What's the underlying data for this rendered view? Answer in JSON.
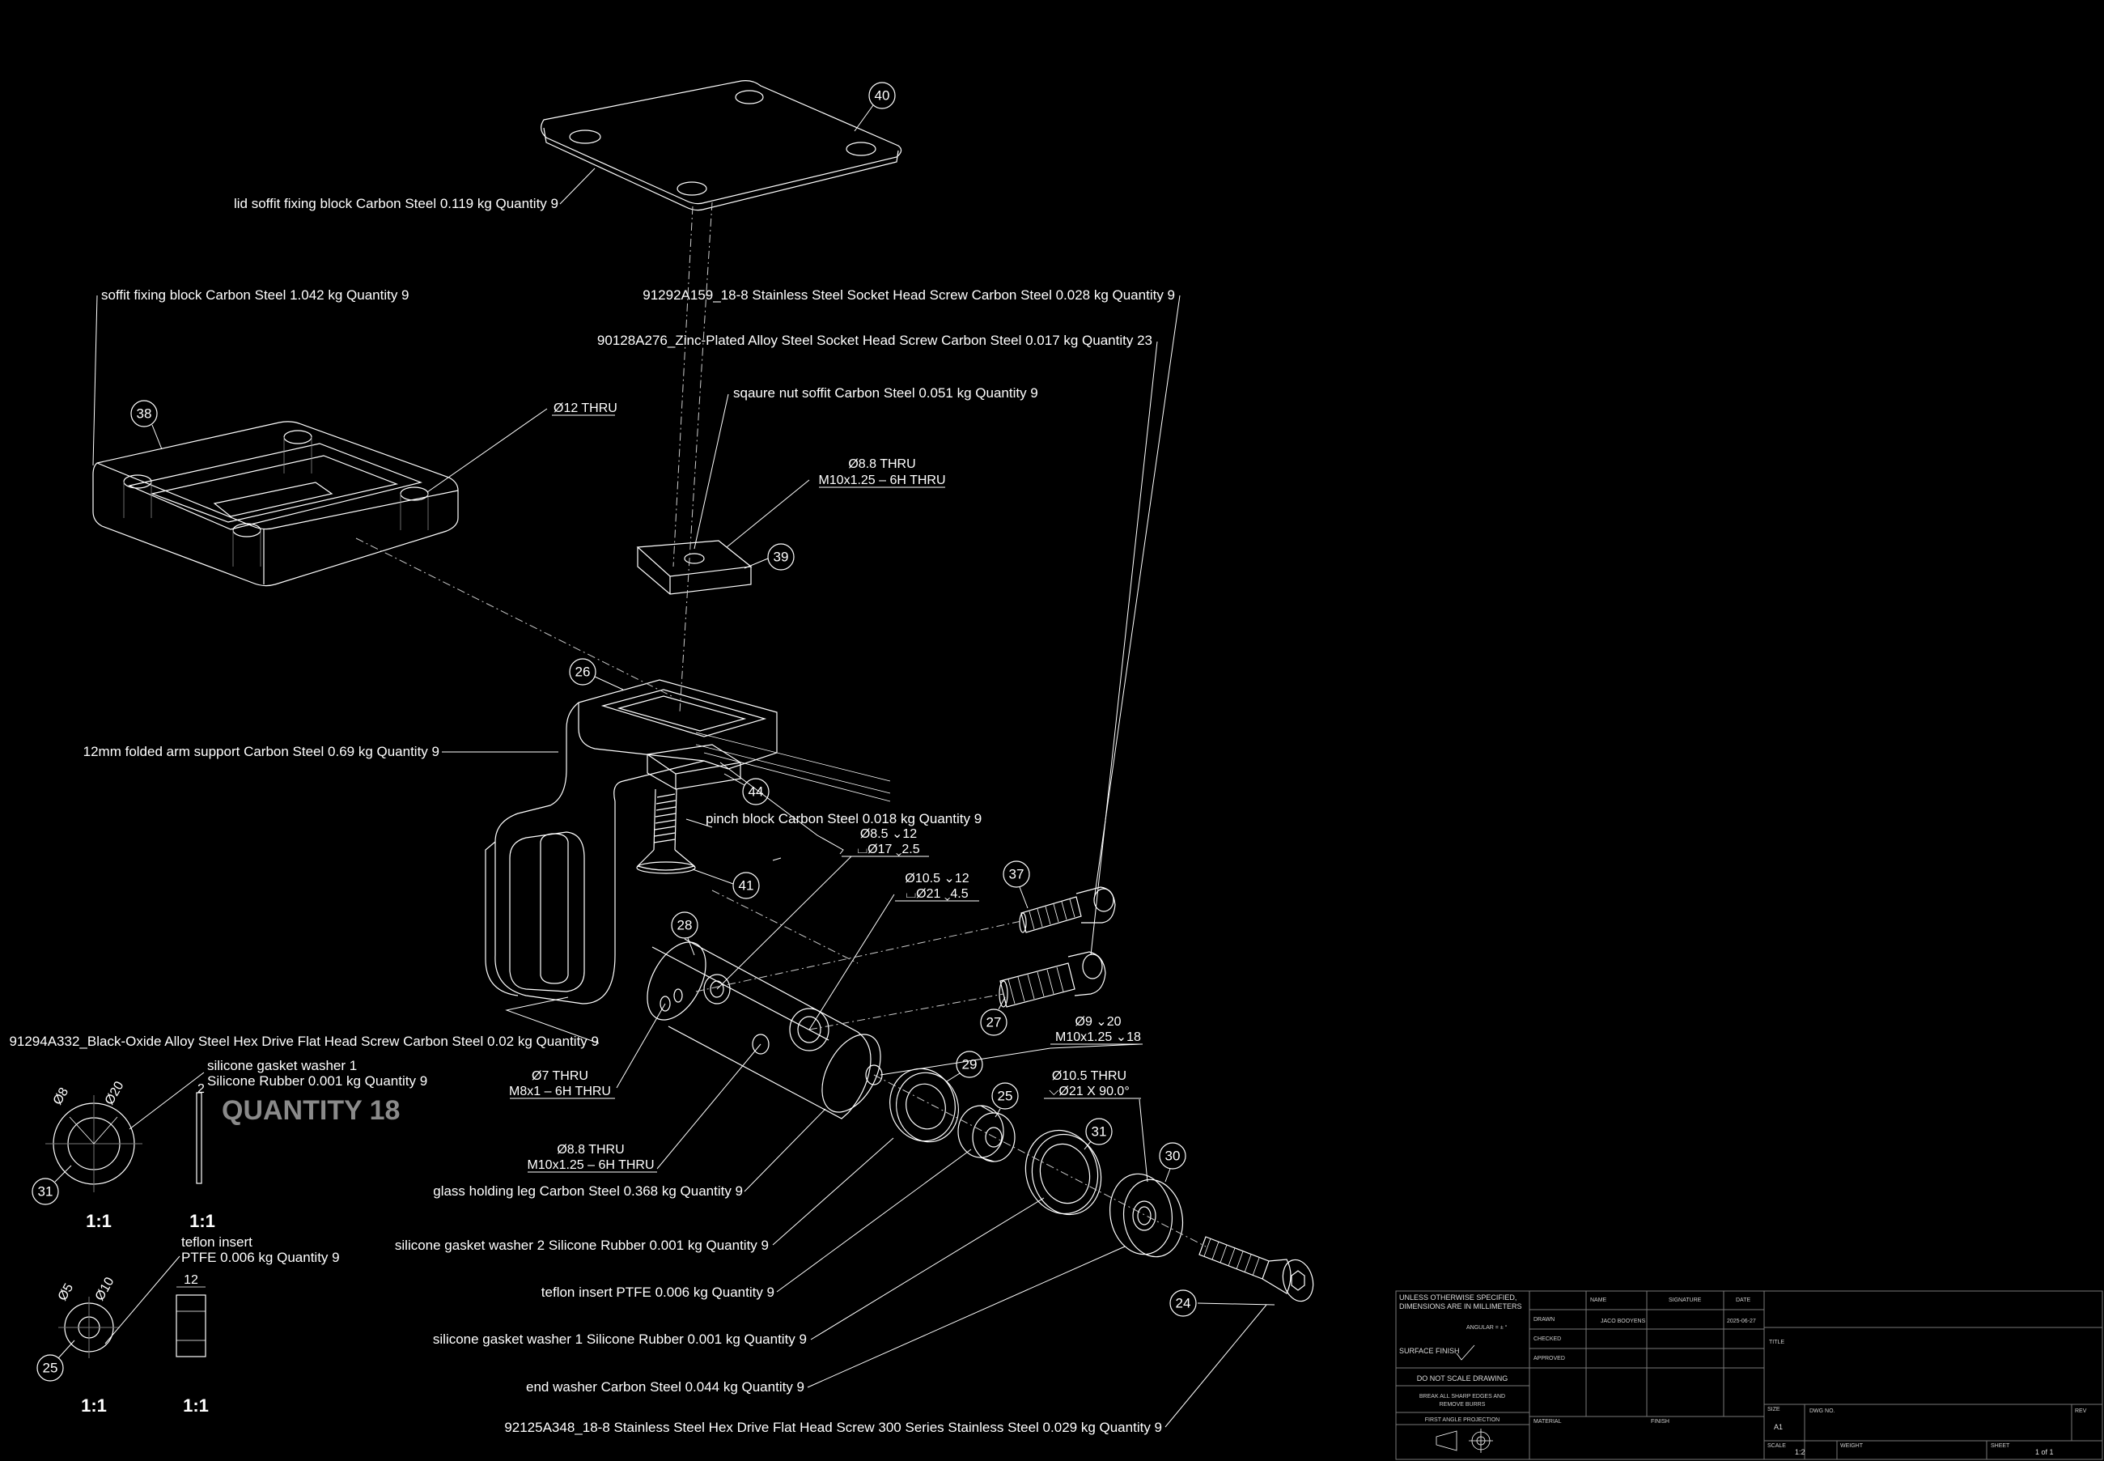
{
  "drawing": {
    "labels": {
      "lid": "lid soffit fixing block  Carbon Steel  0.119 kg  Quantity 9",
      "soffit": "soffit fixing block  Carbon Steel  1.042 kg  Quantity 9",
      "screw_91292": "91292A159_18-8 Stainless Steel Socket Head Screw  Carbon Steel  0.028 kg  Quantity 9",
      "screw_90128": "90128A276_Zinc-Plated Alloy Steel Socket Head Screw  Carbon Steel  0.017 kg  Quantity 23",
      "square_nut": "sqaure nut soffit  Carbon Steel  0.051 kg  Quantity 9",
      "arm": "12mm folded arm support  Carbon Steel  0.69 kg  Quantity 9",
      "pinch": "pinch block  Carbon Steel  0.018 kg  Quantity 9",
      "screw_91294": "91294A332_Black-Oxide Alloy Steel Hex Drive Flat Head Screw  Carbon Steel  0.02 kg  Quantity 9",
      "glass_leg": "glass holding leg  Carbon Steel  0.368 kg  Quantity 9",
      "gasket2": "silicone gasket washer 2  Silicone Rubber  0.001 kg  Quantity 9",
      "teflon": "teflon insert  PTFE  0.006 kg  Quantity 9",
      "gasket1": "silicone gasket washer 1  Silicone Rubber  0.001 kg  Quantity 9",
      "end_washer": "end washer  Carbon Steel  0.044 kg  Quantity 9",
      "screw_92125": "92125A348_18-8 Stainless Steel Hex Drive Flat Head Screw  300 Series Stainless Steel  0.029 kg  Quantity 9"
    },
    "dimensions": {
      "d12_thru": "Ø12 THRU",
      "d88_thru_a": "Ø8.8 THRU",
      "m10_thru_a": "M10x1.25 – 6H THRU",
      "d85": "Ø8.5 ⌄12",
      "cb17": "⌴Ø17 ⌄2.5",
      "d105_12": "Ø10.5 ⌄12",
      "cb21": "⌴Ø21 ⌄4.5",
      "d9_20": "Ø9 ⌄20",
      "m10_18": "M10x1.25 ⌄18",
      "d105_thru": "Ø10.5 THRU",
      "csk21": "⌵Ø21 X 90.0°",
      "d7_thru": "Ø7 THRU",
      "m8_thru": "M8x1 – 6H THRU",
      "d88_thru_b": "Ø8.8 THRU",
      "m10_thru_b": "M10x1.25 – 6H THRU",
      "d20": "Ø20",
      "d8": "Ø8",
      "d10": "Ø10",
      "d5": "Ø5",
      "w2": "2",
      "w12": "12"
    },
    "balloons": {
      "b40": "40",
      "b38": "38",
      "b39": "39",
      "b26": "26",
      "b44": "44",
      "b41": "41",
      "b28": "28",
      "b37": "37",
      "b27": "27",
      "b29": "29",
      "b25": "25",
      "b31": "31",
      "b30": "30",
      "b24": "24",
      "b31d": "31",
      "b25d": "25"
    },
    "details": {
      "gasket_label_1": "silicone gasket washer 1",
      "gasket_label_2": "Silicone Rubber  0.001 kg  Quantity 9",
      "quantity_note": "QUANTITY 18",
      "scale_a": "1:1",
      "scale_b": "1:1",
      "teflon_label_1": "teflon insert",
      "teflon_label_2": "PTFE  0.006 kg  Quantity 9",
      "scale_c": "1:1",
      "scale_d": "1:1"
    }
  },
  "title_block": {
    "general_note_1": "UNLESS OTHERWISE SPECIFIED,",
    "general_note_2": "DIMENSIONS ARE IN MILLIMETERS",
    "angular": "ANGULAR = ± °",
    "surface_finish": "SURFACE FINISH",
    "do_not_scale": "DO NOT SCALE DRAWING",
    "break_edges_1": "BREAK ALL SHARP EDGES AND",
    "break_edges_2": "REMOVE BURRS",
    "projection": "FIRST ANGLE PROJECTION",
    "col_name": "NAME",
    "col_signature": "SIGNATURE",
    "col_date": "DATE",
    "row_drawn": "DRAWN",
    "drawn_name": "JACO BOOYENS",
    "drawn_date": "2025-06-27",
    "row_checked": "CHECKED",
    "row_approved": "APPROVED",
    "material": "MATERIAL",
    "finish": "FINISH",
    "title": "TITLE",
    "size_label": "SIZE",
    "size_value": "A1",
    "dwg_no": "DWG NO.",
    "rev": "REV",
    "scale_label": "SCALE",
    "scale_value": "1:2",
    "weight": "WEIGHT",
    "sheet_label": "SHEET",
    "sheet_value": "1 of 1"
  }
}
